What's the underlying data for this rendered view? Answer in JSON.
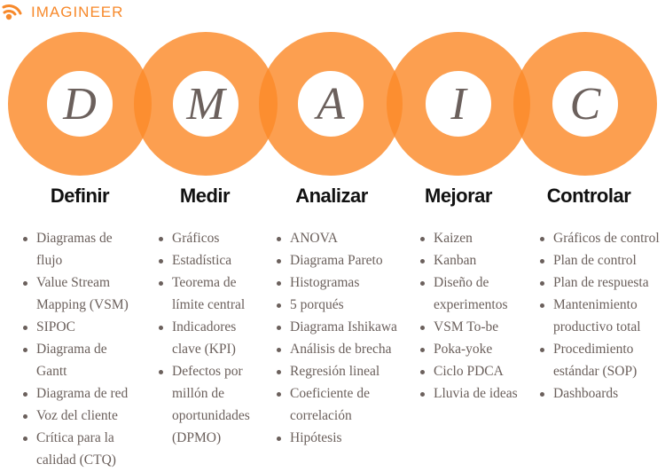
{
  "brand": {
    "name": "IMAGINEER",
    "icon": "signal-waves-logo-icon",
    "color": "#f7892b"
  },
  "diagram": {
    "ring_color": "#fb9f4f",
    "overlap_color": "#f98c2a",
    "letter_color": "#6b605c",
    "phases": [
      {
        "letter": "D",
        "title": "Definir",
        "items": [
          "Diagramas de flujo",
          "Value Stream Mapping (VSM)",
          "SIPOC",
          "Diagrama de Gantt",
          "Diagrama de red",
          "Voz del cliente",
          "Crítica para la calidad (CTQ)"
        ]
      },
      {
        "letter": "M",
        "title": "Medir",
        "items": [
          "Gráficos",
          "Estadística",
          "Teorema de límite central",
          "Indicadores clave (KPI)",
          "Defectos por millón de oportunidades (DPMO)"
        ]
      },
      {
        "letter": "A",
        "title": "Analizar",
        "items": [
          "ANOVA",
          "Diagrama Pareto",
          "Histogramas",
          "5 porqués",
          "Diagrama Ishikawa",
          "Análisis de brecha",
          "Regresión lineal",
          "Coeficiente de correlación",
          "Hipótesis"
        ]
      },
      {
        "letter": "I",
        "title": "Mejorar",
        "items": [
          "Kaizen",
          "Kanban",
          "Diseño de experimentos",
          "VSM To-be",
          "Poka-yoke",
          "Ciclo PDCA",
          "Lluvia de ideas"
        ]
      },
      {
        "letter": "C",
        "title": "Controlar",
        "items": [
          "Gráficos de control",
          "Plan de control",
          "Plan de respuesta",
          "Mantenimiento productivo total",
          "Procedimiento estándar (SOP)",
          "Dashboards"
        ]
      }
    ]
  }
}
